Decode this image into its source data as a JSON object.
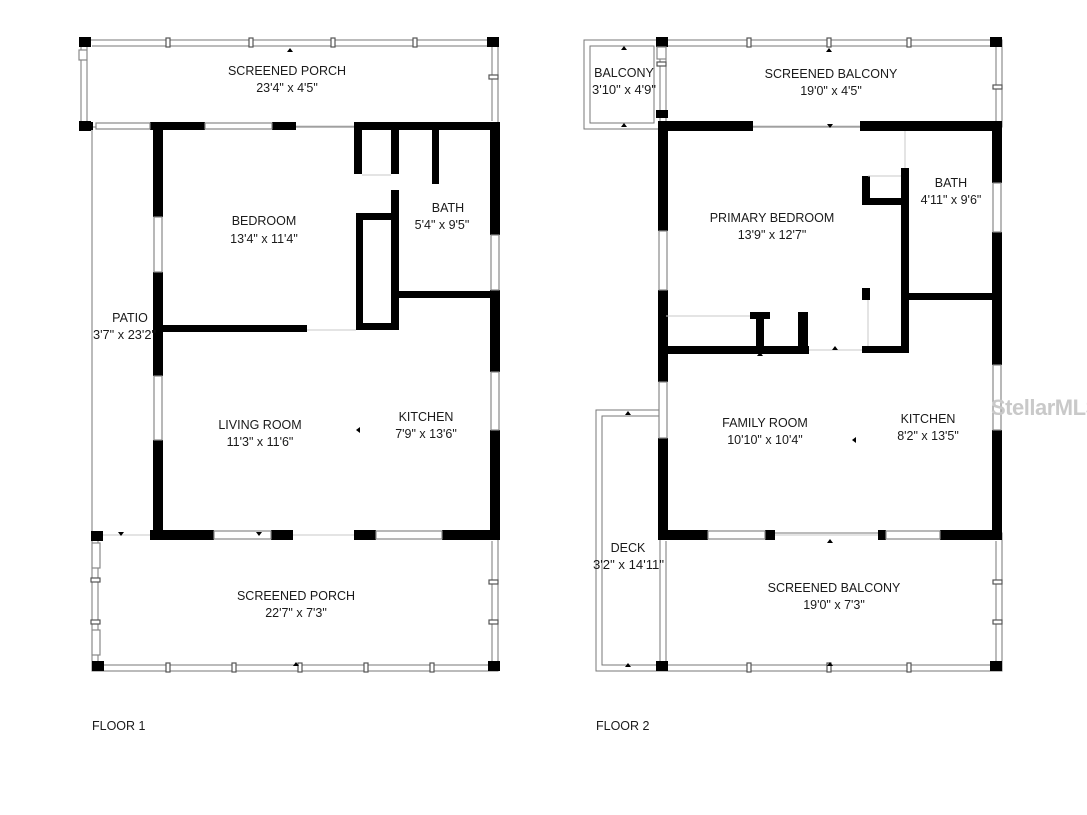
{
  "floors": [
    {
      "label": "FLOOR 1",
      "rooms": [
        {
          "name": "SCREENED PORCH",
          "dims": "23'4\" x 4'5\""
        },
        {
          "name": "BEDROOM",
          "dims": "13'4\" x 11'4\""
        },
        {
          "name": "BATH",
          "dims": "5'4\" x 9'5\""
        },
        {
          "name": "PATIO",
          "dims": "3'7\" x 23'2\""
        },
        {
          "name": "LIVING ROOM",
          "dims": "11'3\" x 11'6\""
        },
        {
          "name": "KITCHEN",
          "dims": "7'9\" x 13'6\""
        },
        {
          "name": "SCREENED PORCH",
          "dims": "22'7\" x 7'3\""
        }
      ]
    },
    {
      "label": "FLOOR 2",
      "rooms": [
        {
          "name": "BALCONY",
          "dims": "3'10\" x 4'9\""
        },
        {
          "name": "SCREENED BALCONY",
          "dims": "19'0\" x 4'5\""
        },
        {
          "name": "PRIMARY BEDROOM",
          "dims": "13'9\" x 12'7\""
        },
        {
          "name": "BATH",
          "dims": "4'11\" x 9'6\""
        },
        {
          "name": "FAMILY ROOM",
          "dims": "10'10\" x 10'4\""
        },
        {
          "name": "KITCHEN",
          "dims": "8'2\" x 13'5\""
        },
        {
          "name": "DECK",
          "dims": "3'2\" x 14'11\""
        },
        {
          "name": "SCREENED BALCONY",
          "dims": "19'0\" x 7'3\""
        }
      ]
    }
  ],
  "watermark": "StellarMLS",
  "colors": {
    "wall": "#000000",
    "screen": "#6a6a6a",
    "window": "#888888",
    "text": "#1a1a1a",
    "watermark": "#c9c9c9"
  }
}
